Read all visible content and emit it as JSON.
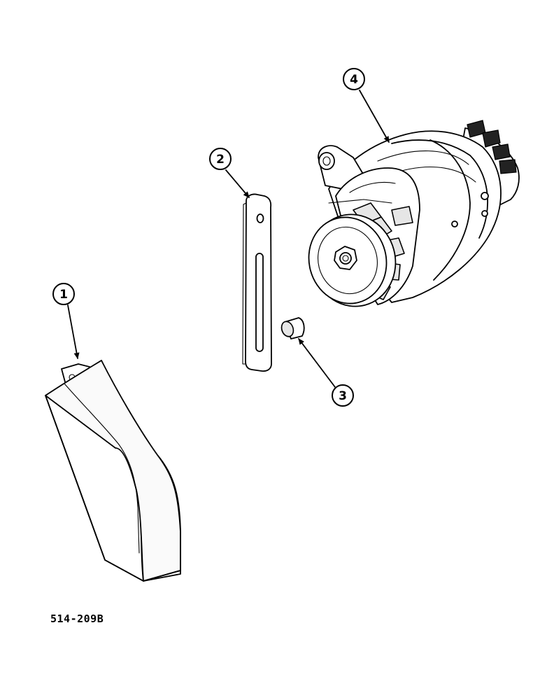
{
  "figure": {
    "reference_code": "514-209B"
  },
  "callouts": [
    {
      "number": "1",
      "part": "belt-guard"
    },
    {
      "number": "2",
      "part": "adjusting-strap"
    },
    {
      "number": "3",
      "part": "spacer-bushing"
    },
    {
      "number": "4",
      "part": "alternator"
    }
  ]
}
